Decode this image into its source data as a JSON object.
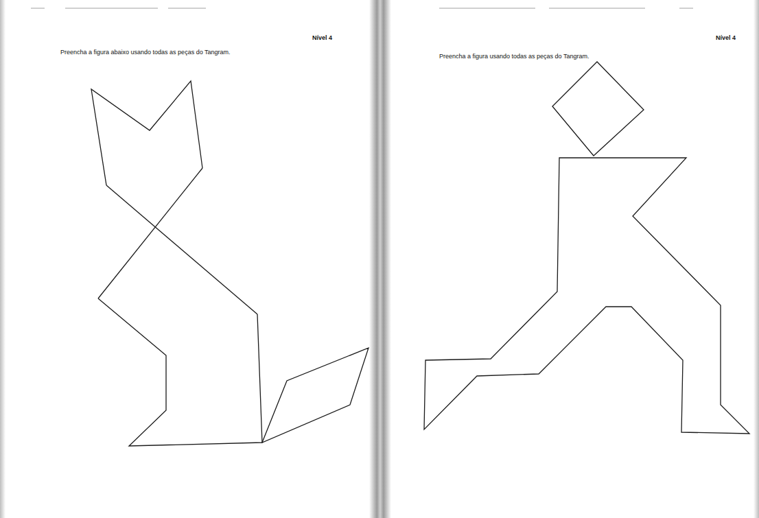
{
  "diagram": {
    "labels": [
      "Nível 4",
      "Preencha a figura abaixo usando todas as peças do Tangram.",
      "Nível 4",
      "Preencha a figura usando todas as peças do Tangram."
    ]
  }
}
